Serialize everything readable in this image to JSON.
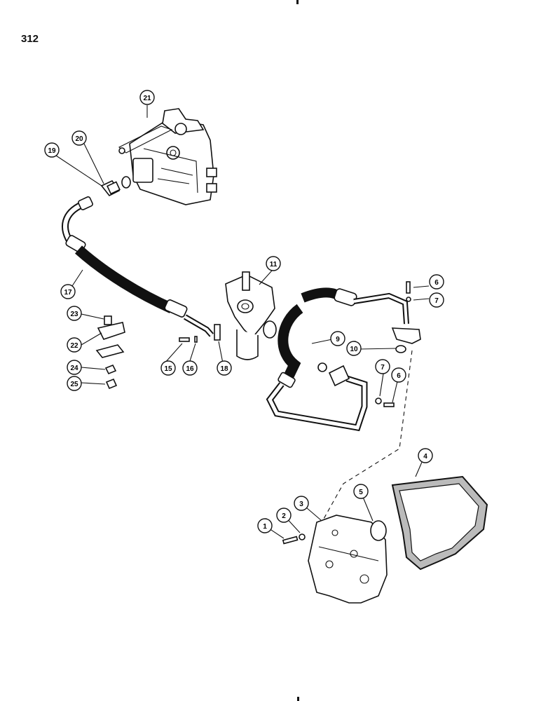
{
  "page": {
    "number": "312"
  },
  "callouts": [
    "1",
    "2",
    "3",
    "4",
    "5",
    "6",
    "6",
    "7",
    "7",
    "9",
    "10",
    "11",
    "15",
    "16",
    "17",
    "18",
    "19",
    "20",
    "21",
    "22",
    "23",
    "24",
    "25"
  ],
  "colors": {
    "ink": "#111111",
    "paper": "#ffffff"
  }
}
